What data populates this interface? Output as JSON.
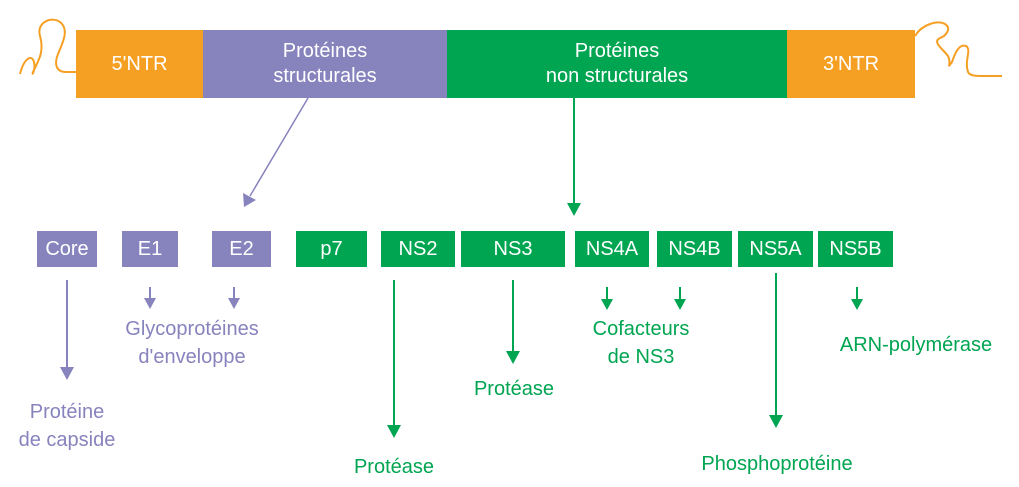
{
  "colors": {
    "utr": "#f59f23",
    "structural": "#8783bd",
    "nonstructural": "#00a551"
  },
  "genome": {
    "utr5": "5'NTR",
    "structural": {
      "line1": "Protéines",
      "line2": "structurales"
    },
    "nonstructural": {
      "line1": "Protéines",
      "line2": "non structurales"
    },
    "utr3": "3'NTR"
  },
  "proteins": {
    "core": "Core",
    "e1": "E1",
    "e2": "E2",
    "p7": "p7",
    "ns2": "NS2",
    "ns3": "NS3",
    "ns4a": "NS4A",
    "ns4b": "NS4B",
    "ns5a": "NS5A",
    "ns5b": "NS5B"
  },
  "functions": {
    "capsid": {
      "line1": "Protéine",
      "line2": "de capside"
    },
    "envelope": {
      "line1": "Glycoprotéines",
      "line2": "d'enveloppe"
    },
    "ns2_protease": "Protéase",
    "ns3_protease": "Protéase",
    "cofactors": {
      "line1": "Cofacteurs",
      "line2": "de NS3"
    },
    "phospho": "Phosphoprotéine",
    "polymerase": "ARN-polymérase"
  }
}
